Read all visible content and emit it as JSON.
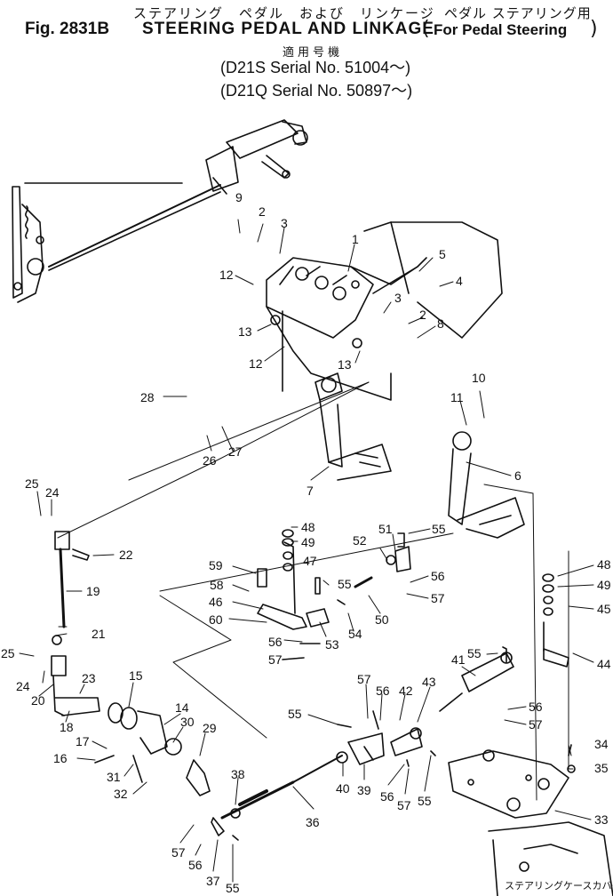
{
  "header": {
    "japanese_title": "ステアリング　ペダル　および　リンケージ",
    "japanese_sub": "ペダル ステアリング用",
    "figure_number": "Fig. 2831B",
    "title": "STEERING PEDAL AND LINKAGE",
    "for_note": "For Pedal Steering",
    "applicable_jp": "適用号機",
    "serial_1": "(D21S Serial No. 51004～)",
    "serial_2": "(D21Q Serial No. 50897～)"
  },
  "footer": {
    "cover_label": "ステアリングケースカバー"
  },
  "callouts": [
    {
      "id": "c1",
      "text": "1"
    },
    {
      "id": "c2a",
      "text": "2"
    },
    {
      "id": "c3a",
      "text": "3"
    },
    {
      "id": "c9",
      "text": "9"
    },
    {
      "id": "c5",
      "text": "5"
    },
    {
      "id": "c4",
      "text": "4"
    },
    {
      "id": "c3b",
      "text": "3"
    },
    {
      "id": "c2b",
      "text": "2"
    },
    {
      "id": "c8",
      "text": "8"
    },
    {
      "id": "c12a",
      "text": "12"
    },
    {
      "id": "c13a",
      "text": "13"
    },
    {
      "id": "c12b",
      "text": "12"
    },
    {
      "id": "c13b",
      "text": "13"
    },
    {
      "id": "c28",
      "text": "28"
    },
    {
      "id": "c10",
      "text": "10"
    },
    {
      "id": "c11",
      "text": "11"
    },
    {
      "id": "c26",
      "text": "26"
    },
    {
      "id": "c27",
      "text": "27"
    },
    {
      "id": "c7",
      "text": "7"
    },
    {
      "id": "c6",
      "text": "6"
    },
    {
      "id": "c25a",
      "text": "25"
    },
    {
      "id": "c24a",
      "text": "24"
    },
    {
      "id": "c22",
      "text": "22"
    },
    {
      "id": "c19",
      "text": "19"
    },
    {
      "id": "c48a",
      "text": "48"
    },
    {
      "id": "c49a",
      "text": "49"
    },
    {
      "id": "c47",
      "text": "47"
    },
    {
      "id": "c51",
      "text": "51"
    },
    {
      "id": "c55a",
      "text": "55"
    },
    {
      "id": "c52",
      "text": "52"
    },
    {
      "id": "c56a",
      "text": "56"
    },
    {
      "id": "c57a",
      "text": "57"
    },
    {
      "id": "c59",
      "text": "59"
    },
    {
      "id": "c58",
      "text": "58"
    },
    {
      "id": "c55b",
      "text": "55"
    },
    {
      "id": "c46",
      "text": "46"
    },
    {
      "id": "c60",
      "text": "60"
    },
    {
      "id": "c50",
      "text": "50"
    },
    {
      "id": "c54",
      "text": "54"
    },
    {
      "id": "c53",
      "text": "53"
    },
    {
      "id": "c56b",
      "text": "56"
    },
    {
      "id": "c57b",
      "text": "57"
    },
    {
      "id": "c21",
      "text": "21"
    },
    {
      "id": "c25b",
      "text": "25"
    },
    {
      "id": "c24b",
      "text": "24"
    },
    {
      "id": "c23",
      "text": "23"
    },
    {
      "id": "c20",
      "text": "20"
    },
    {
      "id": "c15",
      "text": "15"
    },
    {
      "id": "c18",
      "text": "18"
    },
    {
      "id": "c14",
      "text": "14"
    },
    {
      "id": "c17",
      "text": "17"
    },
    {
      "id": "c30",
      "text": "30"
    },
    {
      "id": "c29",
      "text": "29"
    },
    {
      "id": "c16",
      "text": "16"
    },
    {
      "id": "c31",
      "text": "31"
    },
    {
      "id": "c32",
      "text": "32"
    },
    {
      "id": "c48b",
      "text": "48"
    },
    {
      "id": "c49b",
      "text": "49"
    },
    {
      "id": "c45",
      "text": "45"
    },
    {
      "id": "c44",
      "text": "44"
    },
    {
      "id": "c41",
      "text": "41"
    },
    {
      "id": "c55c",
      "text": "55"
    },
    {
      "id": "c56c",
      "text": "56"
    },
    {
      "id": "c57c",
      "text": "57"
    },
    {
      "id": "c57d",
      "text": "57"
    },
    {
      "id": "c56d",
      "text": "56"
    },
    {
      "id": "c42",
      "text": "42"
    },
    {
      "id": "c43",
      "text": "43"
    },
    {
      "id": "c55d",
      "text": "55"
    },
    {
      "id": "c34",
      "text": "34"
    },
    {
      "id": "c35",
      "text": "35"
    },
    {
      "id": "c38",
      "text": "38"
    },
    {
      "id": "c36",
      "text": "36"
    },
    {
      "id": "c40",
      "text": "40"
    },
    {
      "id": "c39",
      "text": "39"
    },
    {
      "id": "c56e",
      "text": "56"
    },
    {
      "id": "c57e",
      "text": "57"
    },
    {
      "id": "c55e",
      "text": "55"
    },
    {
      "id": "c33",
      "text": "33"
    },
    {
      "id": "c57f",
      "text": "57"
    },
    {
      "id": "c56f",
      "text": "56"
    },
    {
      "id": "c37",
      "text": "37"
    },
    {
      "id": "c55f",
      "text": "55"
    }
  ]
}
